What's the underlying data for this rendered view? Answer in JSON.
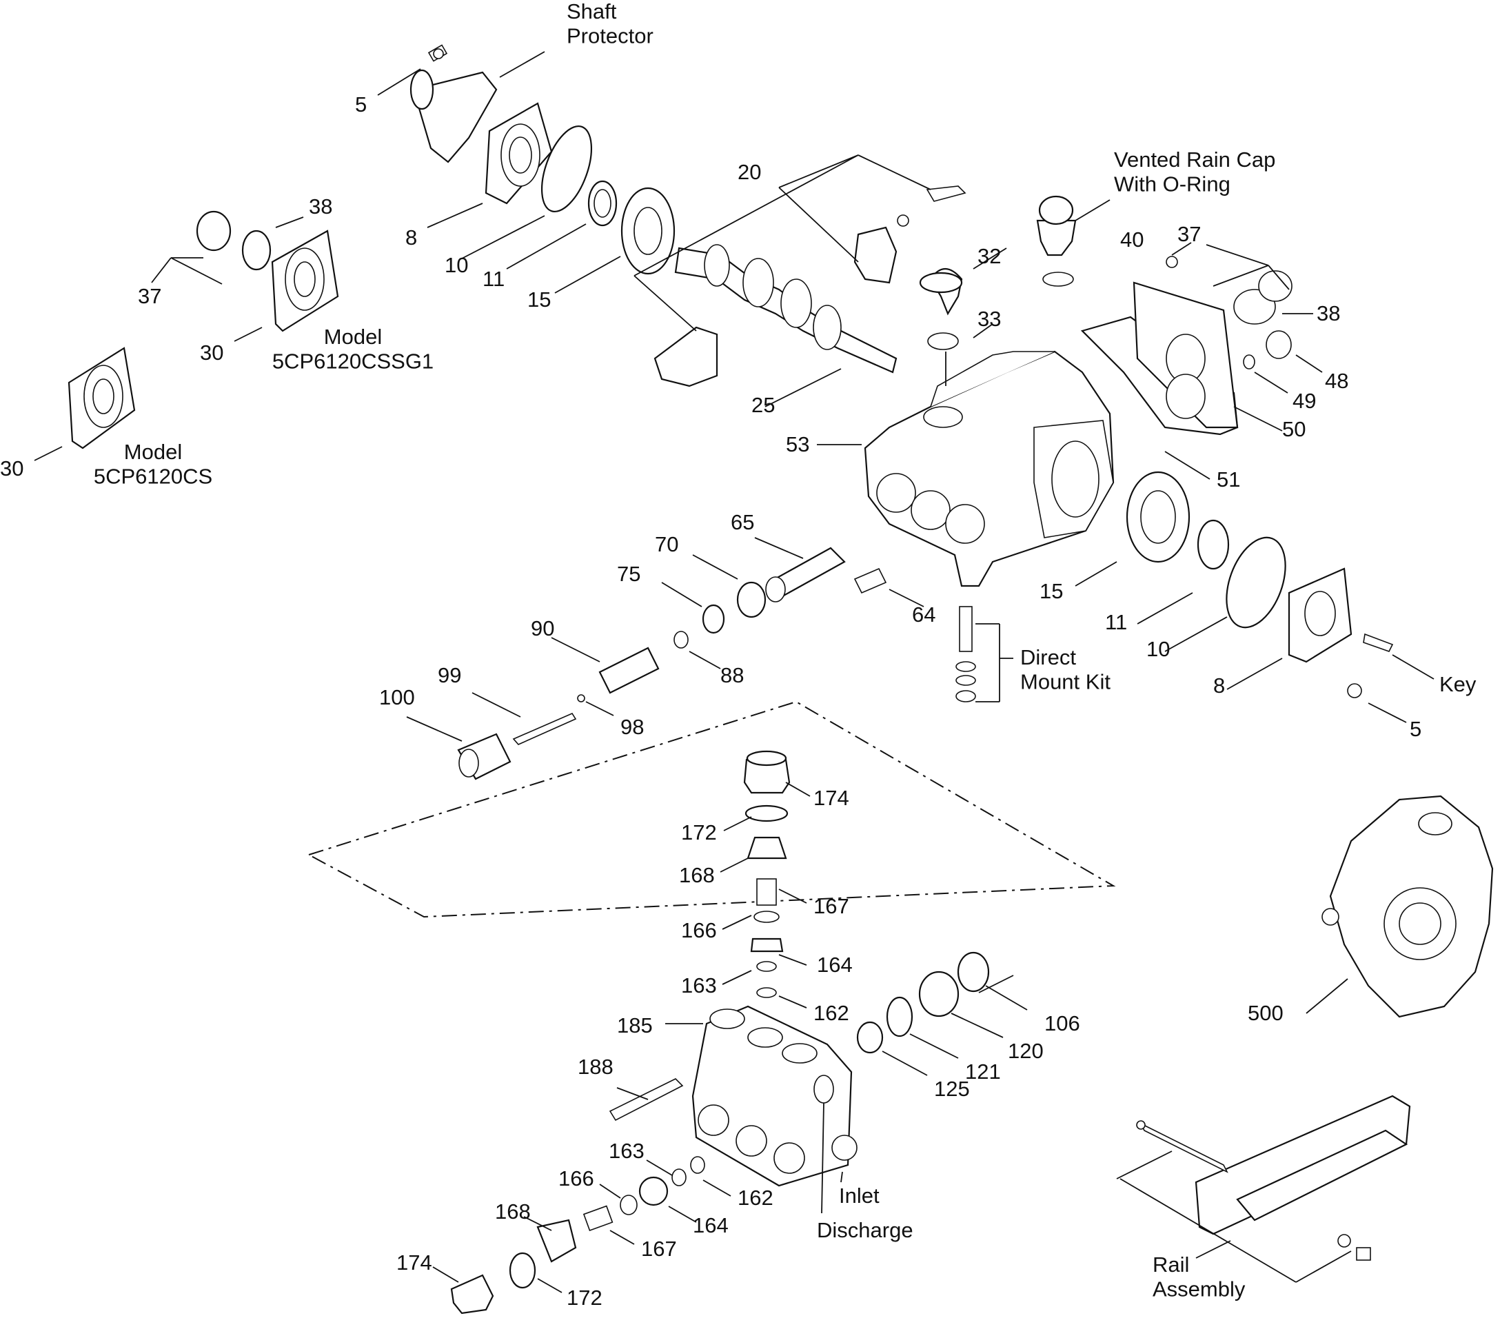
{
  "title": "",
  "callouts": {
    "c_5_top": "5",
    "c_shaft_protector": "Shaft\nProtector",
    "c_8_top": "8",
    "c_10_top": "10",
    "c_11_top": "11",
    "c_15_top": "15",
    "c_20": "20",
    "c_25": "25",
    "c_32": "32",
    "c_33": "33",
    "c_vented_rain_cap": "Vented Rain Cap\nWith O-Ring",
    "c_38_left": "38",
    "c_37_left": "37",
    "c_30_mid": "30",
    "c_model_sg1": "Model\n5CP6120CSSG1",
    "c_30_left": "30",
    "c_model_cs": "Model\n5CP6120CS",
    "c_40": "40",
    "c_37_right": "37",
    "c_38_right": "38",
    "c_48": "48",
    "c_49": "49",
    "c_50": "50",
    "c_51": "51",
    "c_53": "53",
    "c_65": "65",
    "c_70": "70",
    "c_75": "75",
    "c_64": "64",
    "c_90": "90",
    "c_88": "88",
    "c_99": "99",
    "c_98": "98",
    "c_100": "100",
    "c_15_bottom": "15",
    "c_11_bottom": "11",
    "c_10_bottom": "10",
    "c_8_bottom": "8",
    "c_direct_mount": "Direct\nMount Kit",
    "c_key": "Key",
    "c_5_bottom": "5",
    "c_174_top": "174",
    "c_172_top": "172",
    "c_168_top": "168",
    "c_167_top": "167",
    "c_166_top": "166",
    "c_164_top": "164",
    "c_163_top": "163",
    "c_162_top": "162",
    "c_185": "185",
    "c_188": "188",
    "c_106": "106",
    "c_120": "120",
    "c_121": "121",
    "c_125": "125",
    "c_500": "500",
    "c_163_bottom": "163",
    "c_162_bottom": "162",
    "c_166_bottom": "166",
    "c_164_bottom": "164",
    "c_168_bottom": "168",
    "c_167_bottom": "167",
    "c_174_bottom": "174",
    "c_172_bottom": "172",
    "c_inlet": "Inlet",
    "c_discharge": "Discharge",
    "c_rail_assembly": "Rail\nAssembly"
  }
}
